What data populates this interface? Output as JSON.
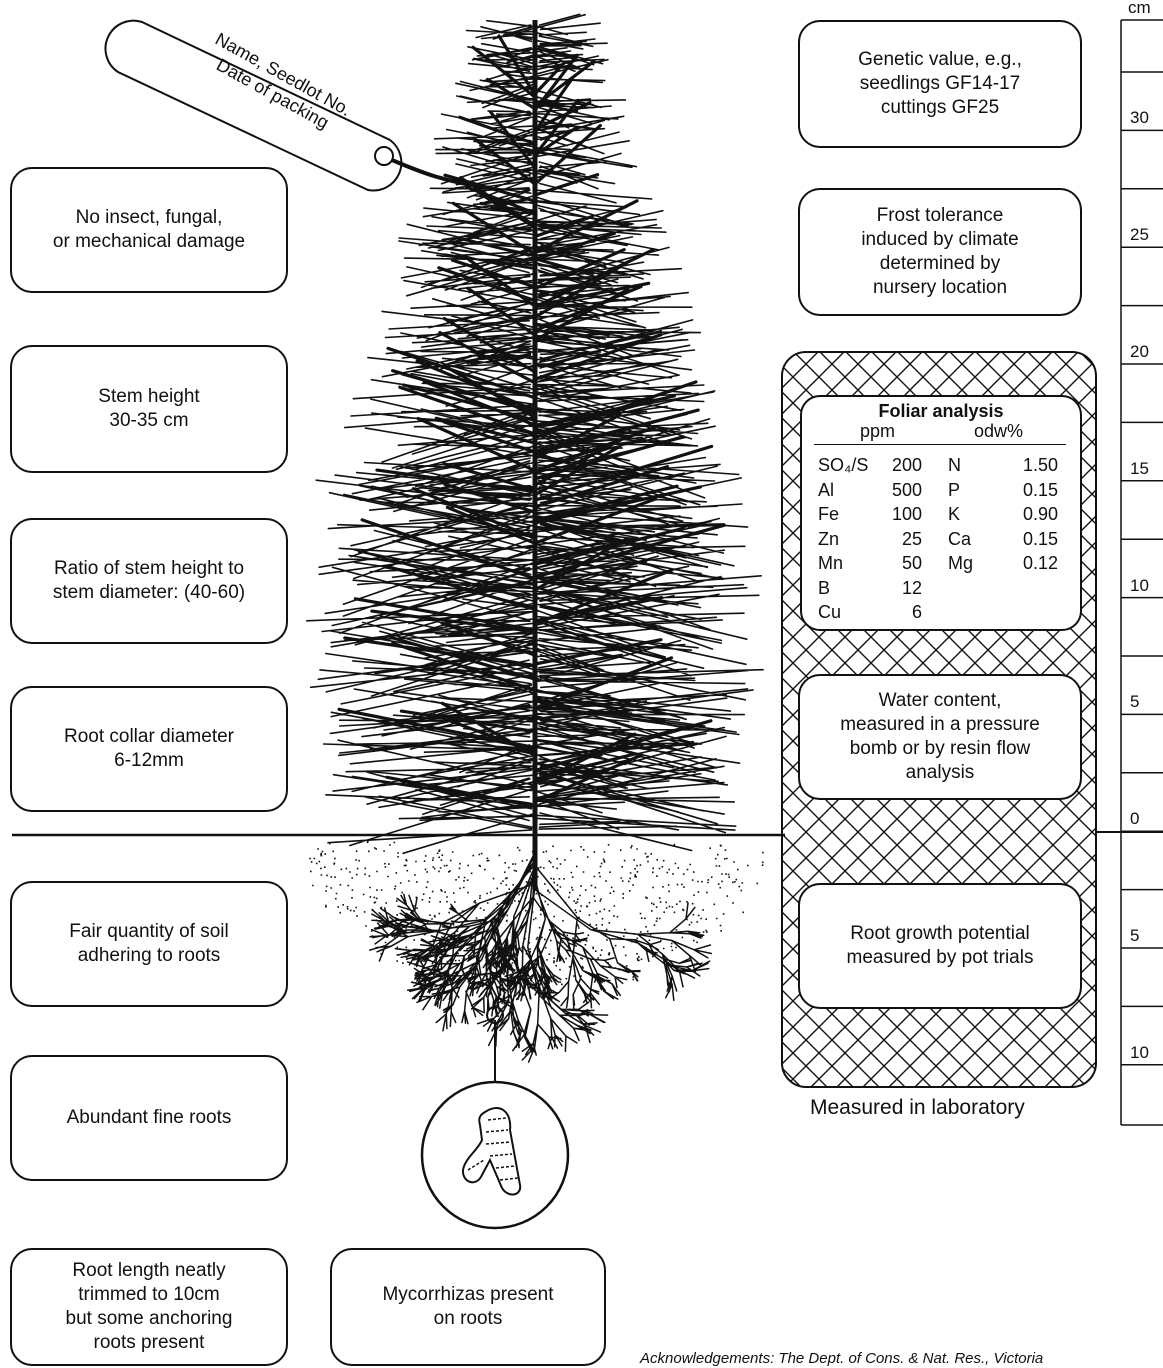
{
  "tag_label": "Name, Seedlot No.\nDate of packing",
  "left_boxes": [
    "No insect, fungal,\nor mechanical damage",
    "Stem height\n30-35 cm",
    "Ratio of stem height to\nstem diameter: (40-60)",
    "Root collar diameter\n6-12mm",
    "Fair quantity of soil\nadhering to roots",
    "Abundant fine roots",
    "Root length neatly\ntrimmed to 10cm\nbut some anchoring\nroots present"
  ],
  "mycorrhiza_box": "Mycorrhizas present\non roots",
  "right_boxes": {
    "genetic": "Genetic value, e.g.,\nseedlings GF14-17\ncuttings GF25",
    "frost": "Frost tolerance\ninduced by climate\ndetermined by\nnursery location",
    "water": "Water content,\nmeasured in a pressure\nbomb or by resin flow\nanalysis",
    "root_growth": "Root growth potential\nmeasured by pot trials"
  },
  "foliar": {
    "title": "Foliar analysis",
    "ppm_header": "ppm",
    "odw_header": "odw%",
    "ppm_rows": [
      {
        "element": "SO₄/S",
        "value": "200"
      },
      {
        "element": "Al",
        "value": "500"
      },
      {
        "element": "Fe",
        "value": "100"
      },
      {
        "element": "Zn",
        "value": "25"
      },
      {
        "element": "Mn",
        "value": "50"
      },
      {
        "element": "B",
        "value": "12"
      },
      {
        "element": "Cu",
        "value": "6"
      }
    ],
    "odw_rows": [
      {
        "element": "N",
        "value": "1.50"
      },
      {
        "element": "P",
        "value": "0.15"
      },
      {
        "element": "K",
        "value": "0.90"
      },
      {
        "element": "Ca",
        "value": "0.15"
      },
      {
        "element": "Mg",
        "value": "0.12"
      }
    ]
  },
  "lab_label": "Measured in laboratory",
  "scale": {
    "unit": "cm",
    "ticks": [
      "30",
      "25",
      "20",
      "15",
      "10",
      "5",
      "0",
      "5",
      "10"
    ]
  },
  "acknowledgement": "Acknowledgements: The Dept. of Cons. & Nat. Res., Victoria"
}
